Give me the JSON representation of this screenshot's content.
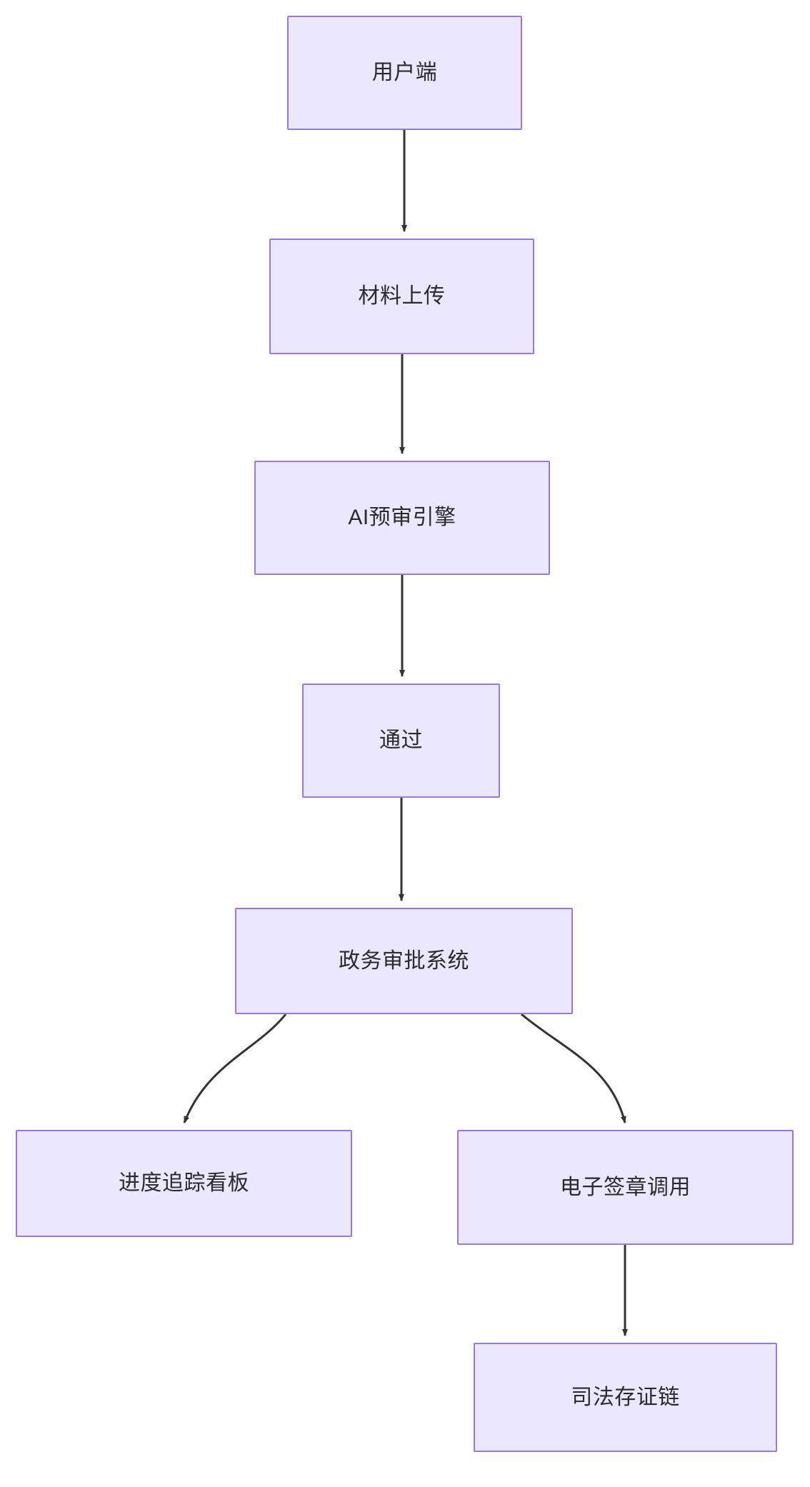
{
  "diagram": {
    "type": "flowchart",
    "direction": "top-to-bottom",
    "background_color": "#ffffff",
    "node_fill_color": "#ebe7fd",
    "node_border_color": "#9a77e8",
    "node_text_color": "#2b2b2b",
    "edge_color": "#333333",
    "nodes": [
      {
        "id": "user",
        "label": "用户端"
      },
      {
        "id": "upload",
        "label": "材料上传"
      },
      {
        "id": "ai",
        "label": "AI预审引擎"
      },
      {
        "id": "pass",
        "label": "通过"
      },
      {
        "id": "approval",
        "label": "政务审批系统"
      },
      {
        "id": "progress",
        "label": "进度追踪看板"
      },
      {
        "id": "esign",
        "label": "电子签章调用"
      },
      {
        "id": "chain",
        "label": "司法存证链"
      }
    ],
    "edges": [
      {
        "from": "user",
        "to": "upload",
        "label": ""
      },
      {
        "from": "upload",
        "to": "ai",
        "label": ""
      },
      {
        "from": "ai",
        "to": "pass",
        "label": ""
      },
      {
        "from": "pass",
        "to": "approval",
        "label": ""
      },
      {
        "from": "approval",
        "to": "progress",
        "label": ""
      },
      {
        "from": "approval",
        "to": "esign",
        "label": ""
      },
      {
        "from": "esign",
        "to": "chain",
        "label": ""
      }
    ]
  }
}
